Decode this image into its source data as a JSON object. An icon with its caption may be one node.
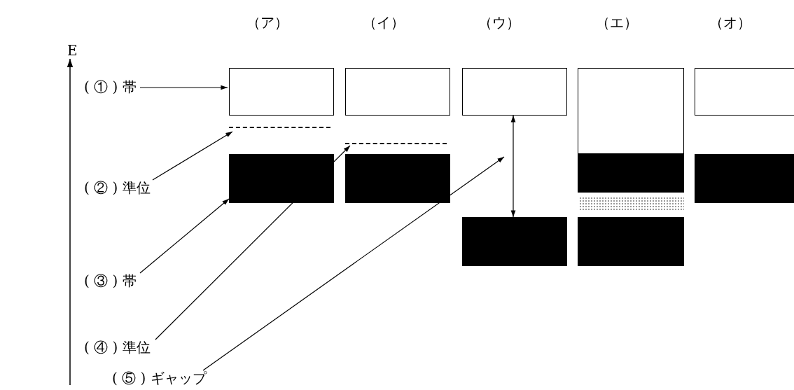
{
  "diagram": {
    "nodes": [
      {
        "text": [
          "( ① ) 帯"
        ]
      },
      {
        "text": [
          "( ② ) 準位"
        ]
      },
      {
        "text": [
          "( ③ ) 帯"
        ]
      },
      {
        "text": [
          "( ④ ) 準位"
        ]
      },
      {
        "text": [
          "( ⑤ ) ギャップ"
        ]
      },
      {
        "text": [],
        "shape": "box"
      },
      {
        "text": [],
        "shape": "line"
      },
      {
        "text": [],
        "shape": "box"
      },
      {
        "text": [],
        "shape": "box"
      },
      {
        "text": [],
        "shape": "line"
      },
      {
        "text": [],
        "shape": "box"
      },
      {
        "text": [],
        "shape": "box"
      },
      {
        "text": [],
        "shape": "box"
      },
      {
        "text": [],
        "shape": "box"
      },
      {
        "text": [],
        "shape": "box"
      },
      {
        "text": [],
        "shape": "bar"
      },
      {
        "text": [],
        "shape": "box"
      },
      {
        "text": [],
        "shape": "box"
      },
      {
        "text": [],
        "shape": "box"
      }
    ],
    "edges": [
      {
        "from": 0,
        "to": 5,
        "arrow": "to"
      },
      {
        "from": 1,
        "to": 6,
        "arrow": "to"
      },
      {
        "from": 2,
        "to": 7,
        "arrow": "to"
      },
      {
        "from": 3,
        "to": 9,
        "arrow": "to"
      },
      {
        "from": 4,
        "to": null,
        "arrow": "to"
      },
      {
        "from": 11,
        "to": 12,
        "arrow": "both"
      }
    ],
    "labels": [
      "（ア）",
      "（イ）",
      "（ウ）",
      "（エ）",
      "（オ）",
      "E"
    ]
  }
}
